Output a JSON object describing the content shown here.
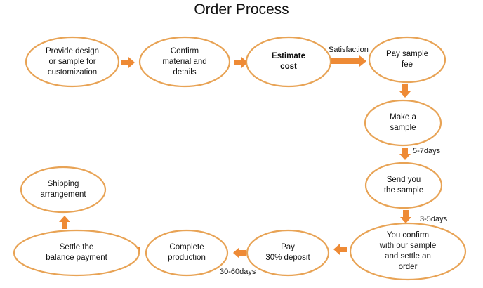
{
  "title": "Order Process",
  "colors": {
    "node_border": "#E8A355",
    "arrow": "#EE8A35",
    "text": "#111111"
  },
  "nodes": [
    {
      "id": "provide",
      "label": "Provide design\nor sample for\ncustomization",
      "bold": false
    },
    {
      "id": "confirm",
      "label": "Confirm\nmaterial and\ndetails",
      "bold": false
    },
    {
      "id": "estimate",
      "label": "Estimate\ncost",
      "bold": true
    },
    {
      "id": "paysample",
      "label": "Pay sample\nfee",
      "bold": false
    },
    {
      "id": "makesample",
      "label": "Make a\nsample",
      "bold": false
    },
    {
      "id": "sendsample",
      "label": "Send you\nthe sample",
      "bold": false
    },
    {
      "id": "youconfirm",
      "label": "You confirm\nwith our sample\nand settle an\norder",
      "bold": false
    },
    {
      "id": "pay30",
      "label": "Pay\n30% deposit",
      "bold": false
    },
    {
      "id": "complete",
      "label": "Complete\nproduction",
      "bold": false
    },
    {
      "id": "settle",
      "label": "Settle the\nbalance payment",
      "bold": false
    },
    {
      "id": "shipping",
      "label": "Shipping\narrangement",
      "bold": false
    }
  ],
  "edge_labels": {
    "satisfaction": "Satisfaction",
    "days_5_7": "5-7days",
    "days_3_5": "3-5days",
    "days_30_60": "30-60days"
  }
}
